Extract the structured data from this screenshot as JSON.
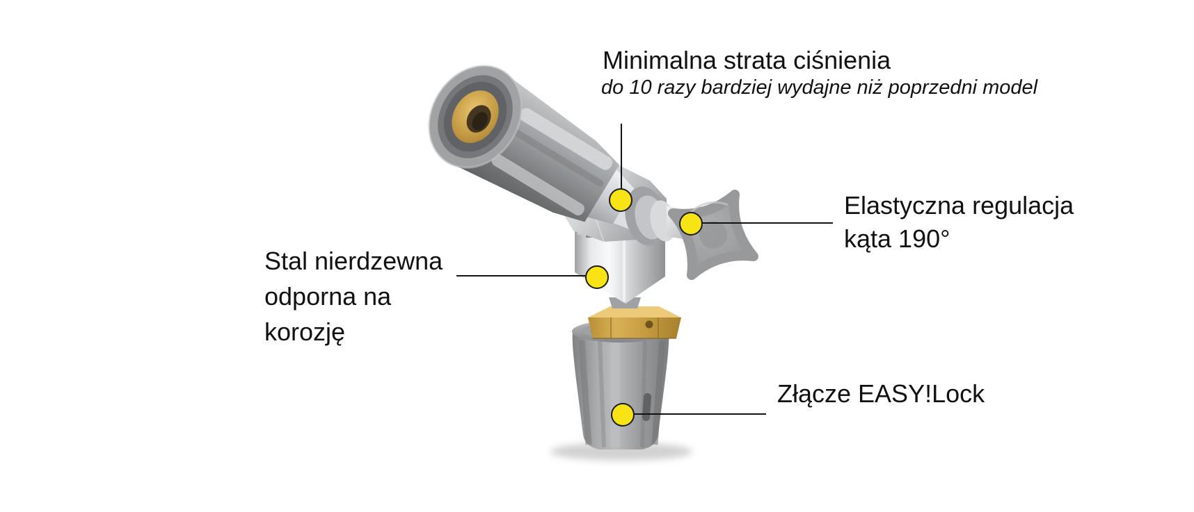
{
  "page": {
    "background": "#FFFFFF",
    "type": "product-feature-diagram"
  },
  "colors": {
    "marker_fill": "#F8E414",
    "marker_stroke": "#1A1A1A",
    "leader_line": "#111111",
    "text": "#111111",
    "brass": "#C59A3F",
    "steel": "#E9EAEC",
    "gray_plastic": "#9A9C9E"
  },
  "annotations": {
    "pressure": {
      "title": "Minimalna strata ciśnienia",
      "subtitle": "do 10 razy bardziej wydajne niż poprzedni model"
    },
    "angle": {
      "text": "Elastyczna regulacja\nkąta 190°"
    },
    "steel": {
      "text": "Stal nierdzewna\nodporna na\nkorozję"
    },
    "easylock": {
      "text": "Złącze EASY!Lock"
    }
  }
}
